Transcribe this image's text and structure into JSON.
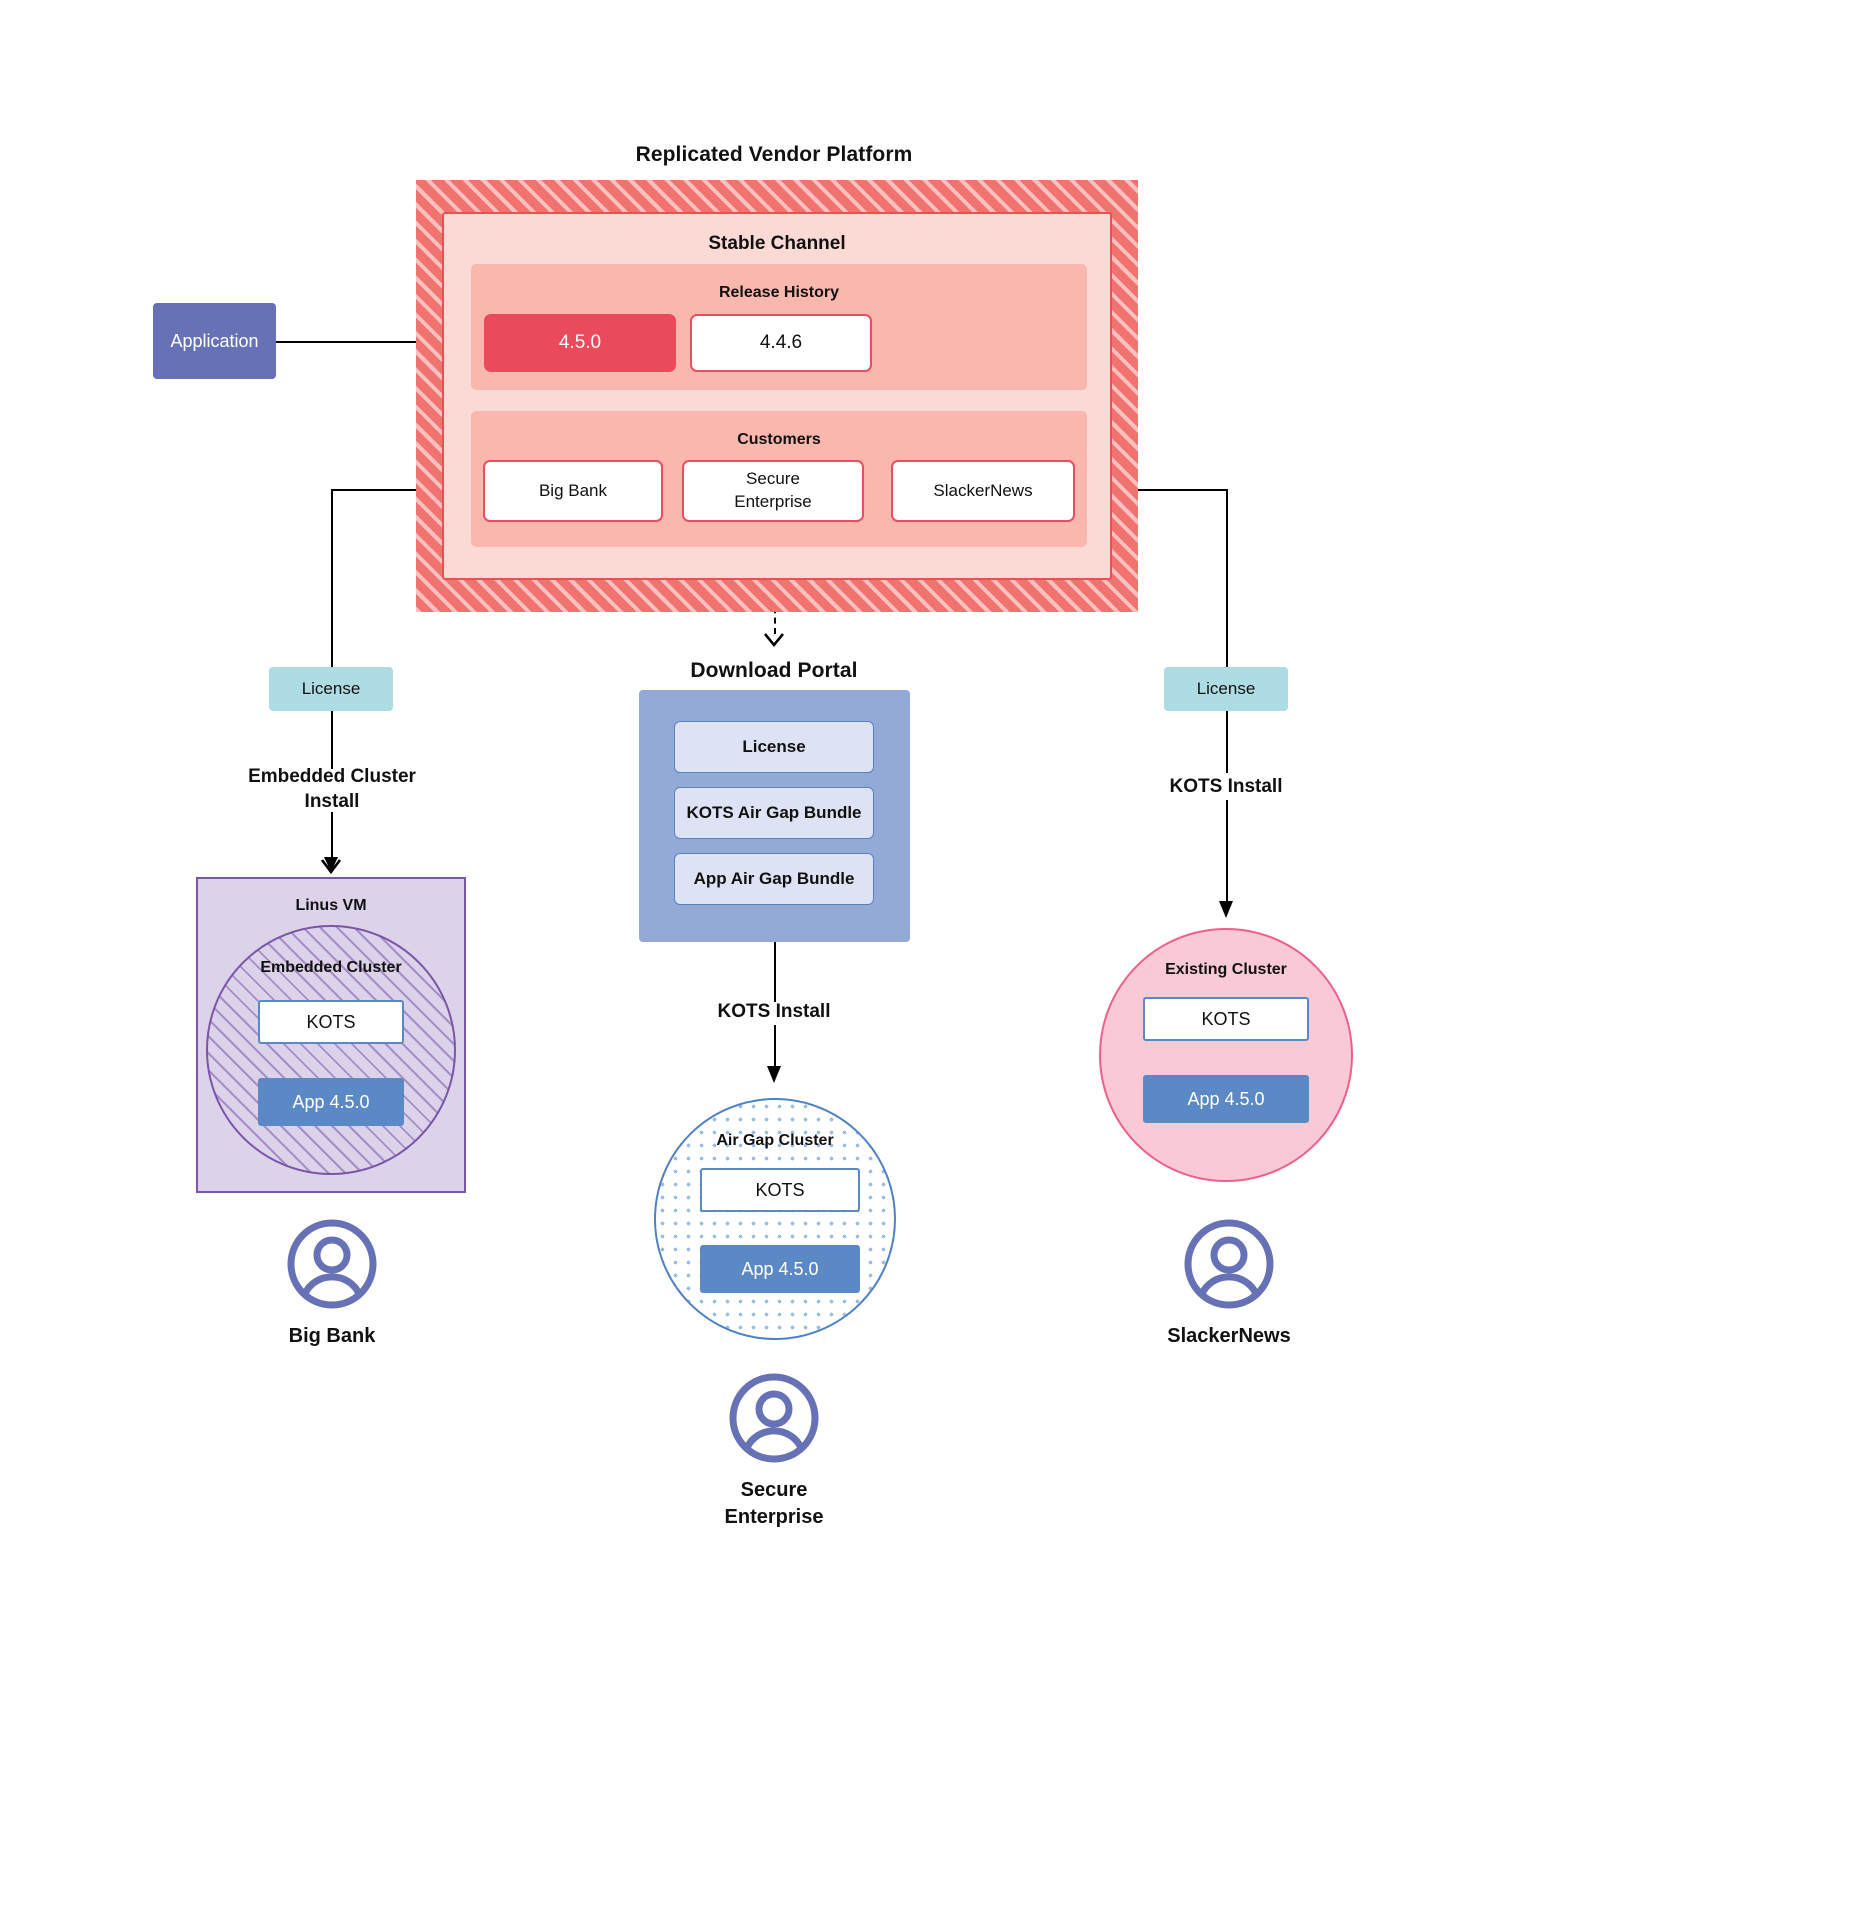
{
  "platform": {
    "title": "Replicated Vendor Platform",
    "channel_title": "Stable Channel",
    "release_history_title": "Release History",
    "customers_title": "Customers",
    "releases": [
      {
        "version": "4.5.0",
        "state": "current"
      },
      {
        "version": "4.4.6",
        "state": "previous"
      }
    ],
    "customers": [
      {
        "name": "Big Bank"
      },
      {
        "name": "Secure\nEnterprise"
      },
      {
        "name": "SlackerNews"
      }
    ]
  },
  "application": {
    "label": "Application"
  },
  "licenses": {
    "left_label": "License",
    "right_label": "License"
  },
  "install_labels": {
    "left": "Embedded Cluster\nInstall",
    "center": "KOTS Install",
    "right": "KOTS Install"
  },
  "download_portal": {
    "title": "Download  Portal",
    "items": [
      {
        "label": "License"
      },
      {
        "label": "KOTS Air Gap Bundle"
      },
      {
        "label": "App Air Gap Bundle"
      }
    ]
  },
  "clusters": {
    "left": {
      "host_label": "Linus VM",
      "cluster_label": "Embedded Cluster",
      "kots_label": "KOTS",
      "app_label": "App 4.5.0"
    },
    "center": {
      "cluster_label": "Air Gap Cluster",
      "kots_label": "KOTS",
      "app_label": "App 4.5.0"
    },
    "right": {
      "cluster_label": "Existing Cluster",
      "kots_label": "KOTS",
      "app_label": "App 4.5.0"
    }
  },
  "end_users": [
    {
      "name": "Big Bank"
    },
    {
      "name": "Secure\nEnterprise"
    },
    {
      "name": "SlackerNews"
    }
  ],
  "colors": {
    "platform_hatch": "#f1736f",
    "channel_fill": "#fbdad6",
    "subpanel_fill": "#f9b7ae",
    "release_current": "#ea4a5c",
    "accent_red_border": "#e8505f",
    "application_fill": "#6771b5",
    "license_fill": "#aedce5",
    "portal_fill": "#93aad6",
    "portal_item_fill": "#dde3f4",
    "vm_fill": "#dcd2ea",
    "vm_border": "#7a55a8",
    "airgap_border": "#4f81c7",
    "existing_fill": "#f9c9d6",
    "existing_border": "#ef5f8b",
    "kots_border": "#5b89c6",
    "app_fill": "#5b89c6",
    "avatar": "#6771b5"
  }
}
